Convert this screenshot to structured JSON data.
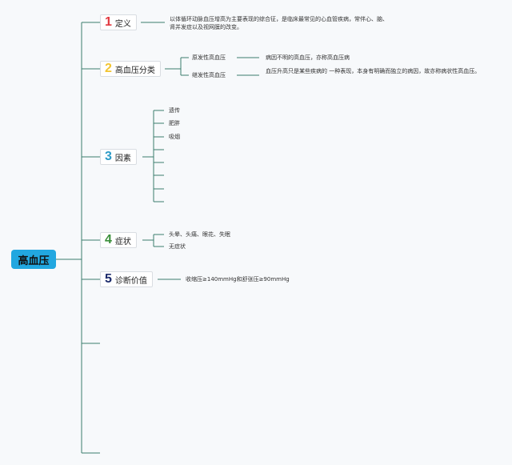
{
  "root": {
    "label": "高血压"
  },
  "topics": [
    {
      "number": "1",
      "label": "定义",
      "color": "#e2383f",
      "note": "以体循环动脉血压增高为主要表现的综合征，是临床最常见的心血管疾病，常伴心、脑、肾并发症以及视网膜的改变。"
    },
    {
      "number": "2",
      "label": "高血压分类",
      "color": "#f2c531",
      "subtypes": [
        {
          "label": "原发性高血压",
          "note": "病因不明的高血压，亦称高血压病"
        },
        {
          "label": "继发性高血压",
          "note": "血压升高只是某些疾病的 一种表现，本身有明确而独立的病因，故亦称病状性高血压。"
        }
      ]
    },
    {
      "number": "3",
      "label": "因素",
      "color": "#2d9bc7",
      "items": [
        "遗传",
        "肥胖",
        "吸烟"
      ]
    },
    {
      "number": "4",
      "label": "症状",
      "color": "#3a8f3a",
      "items": [
        "头晕、头痛、眼花、失眠",
        "无症状"
      ]
    },
    {
      "number": "5",
      "label": "诊断价值",
      "color": "#1b2a6b",
      "note": "收缩压≥140mmHg和舒张压≥90mmHg"
    }
  ],
  "colors": {
    "connector": "#3b7d6e",
    "root_fill": "#22a7e0"
  }
}
